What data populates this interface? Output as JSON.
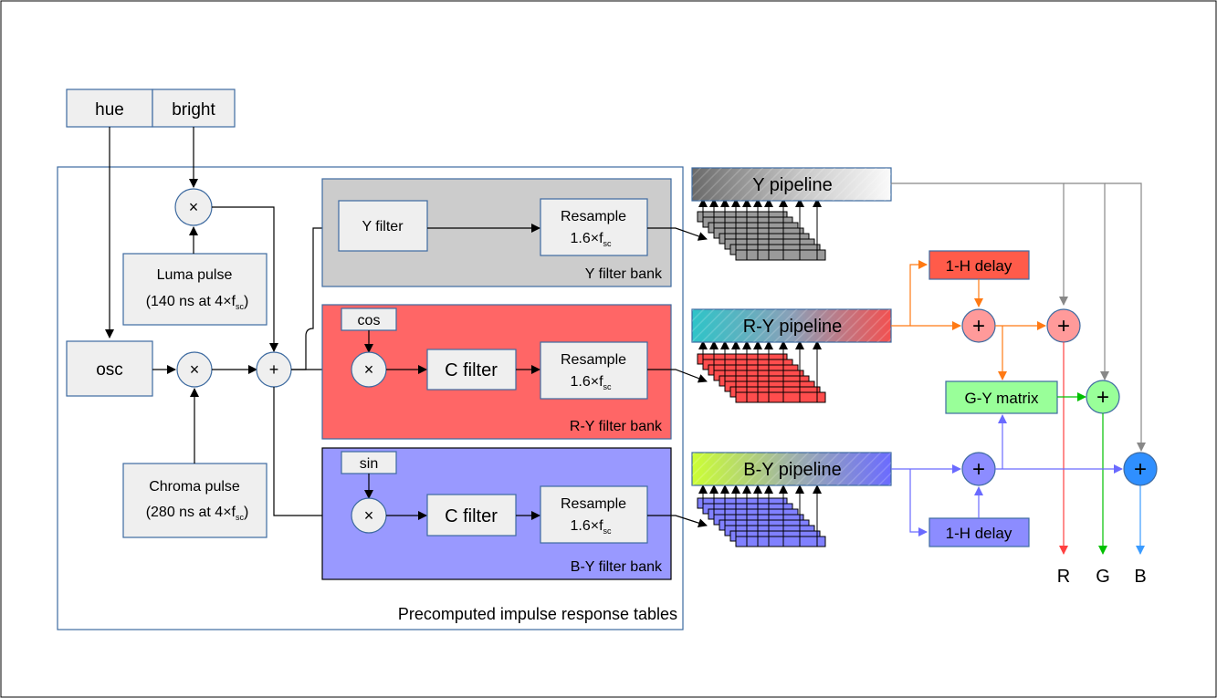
{
  "inputs": {
    "hue": "hue",
    "bright": "bright"
  },
  "blocks": {
    "osc": "osc",
    "luma_pulse_line1": "Luma pulse",
    "luma_pulse_line2_pre": "(140 ns at 4×f",
    "luma_pulse_sub": "sc",
    "luma_pulse_post": ")",
    "chroma_pulse_line1": "Chroma pulse",
    "chroma_pulse_line2_pre": "(280 ns at 4×f",
    "chroma_pulse_sub": "sc",
    "chroma_pulse_post": ")",
    "multiply_symbol": "×",
    "add_symbol": "+",
    "y_filter": "Y filter",
    "c_filter": "C filter",
    "cos": "cos",
    "sin": "sin",
    "resample_line1": "Resample",
    "resample_line2_pre": "1.6×f",
    "resample_sub": "sc"
  },
  "banks": {
    "y": "Y filter bank",
    "ry": "R-Y filter bank",
    "by": "B-Y filter bank"
  },
  "container_caption": "Precomputed impulse response tables",
  "pipelines": {
    "y": "Y pipeline",
    "ry": "R-Y pipeline",
    "by": "B-Y pipeline"
  },
  "matrix": {
    "delay": "1-H delay",
    "gy_matrix": "G-Y matrix",
    "plus": "+"
  },
  "outputs": {
    "r": "R",
    "g": "G",
    "b": "B"
  },
  "colors": {
    "y_bank": "#cccccc",
    "ry_bank": "#ff6666",
    "by_bank": "#9999ff",
    "y_stack": "#9a9a9a",
    "ry_stack": "#ff4d4d",
    "by_stack": "#8080ff",
    "delay_red": "#ff5b4a",
    "delay_blue": "#8c8cff",
    "sum_red": "#ff9a9a",
    "sum_blue": "#8c8cff",
    "sum_green": "#99ff99",
    "sum_b_out": "#2f8fff",
    "gy_matrix": "#99ff99",
    "wire_orange": "#ff7a14",
    "wire_blue": "#6a6aff",
    "wire_grey": "#888888",
    "out_red": "#ff4040",
    "out_green": "#00c000",
    "out_blue": "#3a9bff",
    "border": "#3d6aa0"
  }
}
